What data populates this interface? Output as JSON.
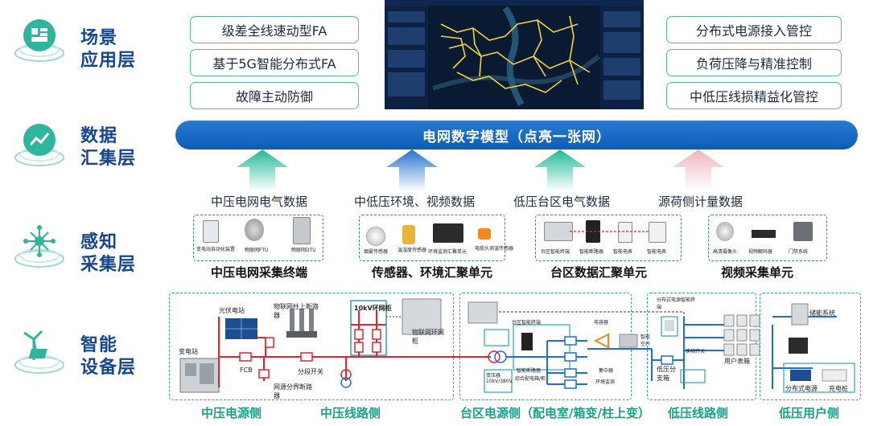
{
  "layers": [
    {
      "line1": "场景",
      "line2": "应用层",
      "icon": "dashboard-icon"
    },
    {
      "line1": "数据",
      "line2": "汇集层",
      "icon": "chart-trend-icon"
    },
    {
      "line1": "感知",
      "line2": "采集层",
      "icon": "sensor-network-icon"
    },
    {
      "line1": "智能",
      "line2": "设备层",
      "icon": "wind-solar-icon"
    }
  ],
  "apps": {
    "left": [
      "级差全线速动型FA",
      "基于5G智能分布式FA",
      "故障主动防御"
    ],
    "right": [
      "分布式电源接入管控",
      "负荷压降与精准控制",
      "中低压线损精益化管控"
    ]
  },
  "data_layer": {
    "bar": "电网数字模型（点亮一张网）",
    "flows": [
      {
        "label": "中压电网电气数据",
        "color": "#2fc4a4"
      },
      {
        "label": "中低压环境、视频数据",
        "color": "#2f8ad8"
      },
      {
        "label": "低压台区电气数据",
        "color": "#2fc4a4"
      },
      {
        "label": "源荷侧计量数据",
        "color": "#f3c6cd"
      }
    ]
  },
  "sense_groups": [
    {
      "title": "中压电网采集终端",
      "items": [
        "变电站自动化装置",
        "物联网FTU",
        "物联网DTU"
      ]
    },
    {
      "title": "传感器、环境汇聚单元",
      "items": [
        "烟雾传感器",
        "温湿度传感器",
        "环境监测汇聚单元",
        "电缆头测温传感器"
      ]
    },
    {
      "title": "台区数据汇聚单元",
      "items": [
        "台区智能终端",
        "智能断路器",
        "智能电表",
        "智能电表"
      ]
    },
    {
      "title": "视频采集单元",
      "items": [
        "高清摄像头",
        "视频解码器",
        "门禁系统"
      ]
    }
  ],
  "equipment": {
    "labels": {
      "pv": "光伏电站",
      "substation": "变电站",
      "fcb": "FCB",
      "pole_breaker": "物联网柱上断路器",
      "sectional": "分段开关",
      "boundary": "网源分界断路器",
      "ring10kv": "10kV环网柜",
      "ring_iot": "物联网环网柜",
      "td_terminal": "台区智能终端",
      "transformer": "变压器 10kV/380V",
      "smart_breaker": "智能断路器",
      "dist_cabinet": "综合配电箱/柜",
      "capacitor": "电容器",
      "concentrator": "集中器",
      "env_monitor": "环境监测",
      "dist_source_terminal": "分布式电源智能终端",
      "smart_air_switch": "智能空开",
      "switch_a": "换相开关",
      "branch_box": "低压分支箱",
      "meter_box": "用户表箱",
      "storage": "储能系统",
      "dist_source": "分布式电源",
      "charger": "充电桩"
    },
    "segments": [
      "中压电源侧",
      "中压线路侧",
      "台区电源侧（配电室/箱变/柱上变）",
      "低压线路侧",
      "低压用户侧"
    ]
  },
  "colors": {
    "layer_title": "#14478f",
    "app_border": "#59b7a9",
    "segment_label": "#1aa089",
    "bus_red": "#e0252f",
    "low_voltage_blue": "#1f6fd1",
    "dash_box": "#3b7bd0"
  }
}
